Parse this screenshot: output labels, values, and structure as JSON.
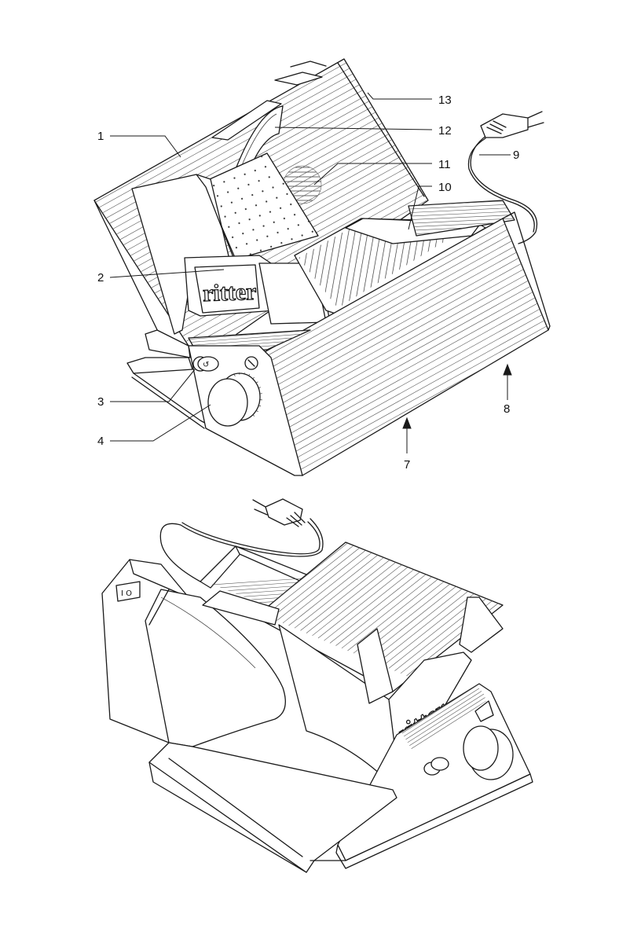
{
  "diagram": {
    "brand_text": "ritter",
    "switch_symbol": "I O",
    "callouts": [
      "1",
      "2",
      "3",
      "4",
      "7",
      "8",
      "9",
      "10",
      "11",
      "12",
      "13"
    ]
  }
}
